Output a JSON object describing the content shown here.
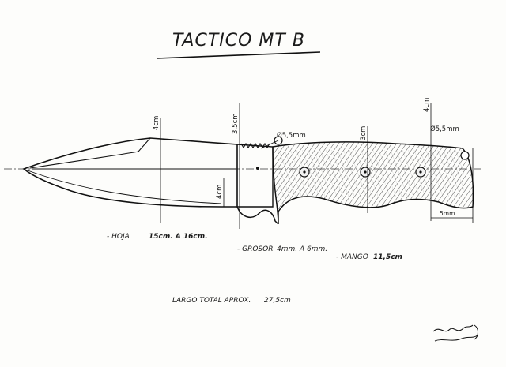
{
  "title": "TACTICO MT B",
  "dimensions": {
    "blade_height": "4cm",
    "guard_height": "3,5cm",
    "ricasso_height": "4cm",
    "handle_height": "3cm",
    "butt_height": "4cm",
    "hole_front": "Ø5,5mm",
    "hole_rear": "Ø5,5mm",
    "butt_length": "5mm"
  },
  "notes": {
    "blade_label": "- HOJA",
    "blade_value": "15cm. A 16cm.",
    "thickness_label": "- GROSOR",
    "thickness_value": "4mm. A 6mm.",
    "handle_label": "- MANGO",
    "handle_value": "11,5cm",
    "total_label": "LARGO TOTAL APROX.",
    "total_value": "27,5cm"
  },
  "signature": "signature"
}
